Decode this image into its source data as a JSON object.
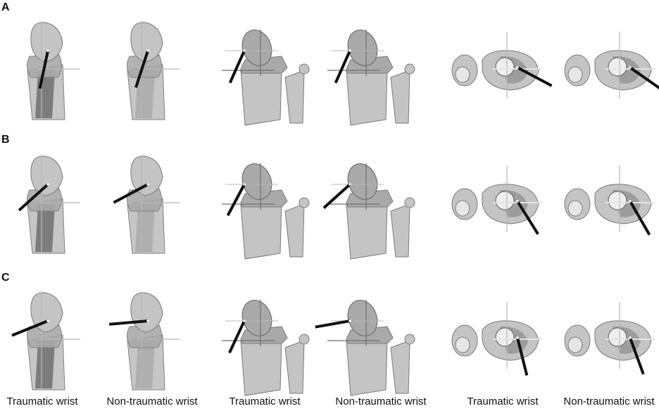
{
  "rows": [
    {
      "label": "A"
    },
    {
      "label": "B"
    },
    {
      "label": "C"
    }
  ],
  "columns": [
    {
      "label": "Traumatic wrist",
      "view": "lateral"
    },
    {
      "label": "Non-traumatic wrist",
      "view": "lateral"
    },
    {
      "label": "Traumatic wrist",
      "view": "frontal"
    },
    {
      "label": "Non-traumatic wrist",
      "view": "frontal"
    },
    {
      "label": "Traumatic wrist",
      "view": "axial"
    },
    {
      "label": "Non-traumatic wrist",
      "view": "axial"
    }
  ],
  "colors": {
    "bone_light": "#c4c4c4",
    "bone_mid": "#a9a9a9",
    "bone_dark": "#6f6f6f",
    "outline": "#7a7a7a",
    "axis_line": "#111111",
    "crosshair": "#b8b8b8"
  },
  "axis_angles_deg": [
    [
      -78,
      -72,
      -66,
      -66,
      28,
      35
    ],
    [
      -42,
      -28,
      -62,
      -42,
      58,
      60
    ],
    [
      -22,
      -5,
      -65,
      -10,
      76,
      70
    ]
  ]
}
